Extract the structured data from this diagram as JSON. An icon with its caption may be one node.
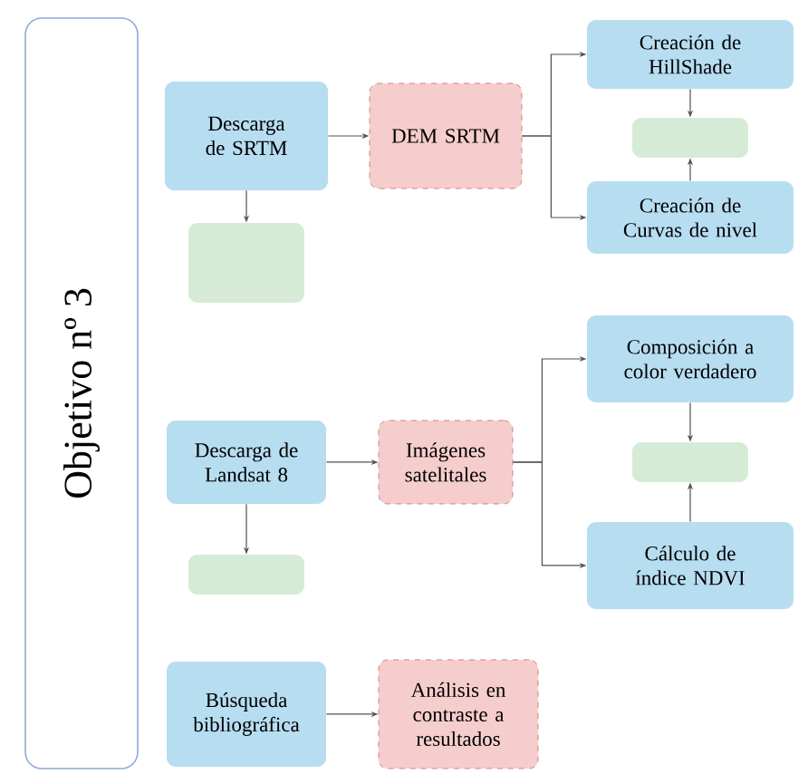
{
  "diagram": {
    "nodes": [
      {
        "text": [
          "Objetivo nº 3"
        ]
      },
      {
        "text": [
          "Descarga de SRTM"
        ]
      },
      {
        "text": [
          "DEM SRTM"
        ]
      },
      {
        "text": [
          "Creación de HillShade"
        ]
      },
      {
        "text": [],
        "shape": "box"
      },
      {
        "text": [
          "Creación de Curvas de nivel"
        ]
      },
      {
        "text": [],
        "shape": "box"
      },
      {
        "text": [
          "Composición a color verdadero"
        ]
      },
      {
        "text": [],
        "shape": "box"
      },
      {
        "text": [
          "Descarga de Landsat 8"
        ]
      },
      {
        "text": [
          "Imágenes satelitales"
        ]
      },
      {
        "text": [
          "Cálculo de índice NDVI"
        ]
      },
      {
        "text": [],
        "shape": "box"
      },
      {
        "text": [
          "Búsqueda bibliográfica"
        ]
      },
      {
        "text": [
          "Análisis en contraste a resultados"
        ]
      }
    ],
    "edges": [
      {
        "from": 1,
        "to": 2,
        "arrow": "to"
      },
      {
        "from": 2,
        "to": 3,
        "arrow": "to"
      },
      {
        "from": 2,
        "to": 5,
        "arrow": "to"
      },
      {
        "from": 3,
        "to": 4,
        "arrow": "to"
      },
      {
        "from": 5,
        "to": 4,
        "arrow": "to"
      },
      {
        "from": 1,
        "to": 6,
        "arrow": "to"
      },
      {
        "from": 9,
        "to": 10,
        "arrow": "to"
      },
      {
        "from": 10,
        "to": 7,
        "arrow": "to"
      },
      {
        "from": 10,
        "to": 11,
        "arrow": "to"
      },
      {
        "from": 7,
        "to": 8,
        "arrow": "to"
      },
      {
        "from": 11,
        "to": 8,
        "arrow": "to"
      },
      {
        "from": 9,
        "to": 12,
        "arrow": "to"
      },
      {
        "from": 13,
        "to": 14,
        "arrow": "to"
      }
    ]
  }
}
